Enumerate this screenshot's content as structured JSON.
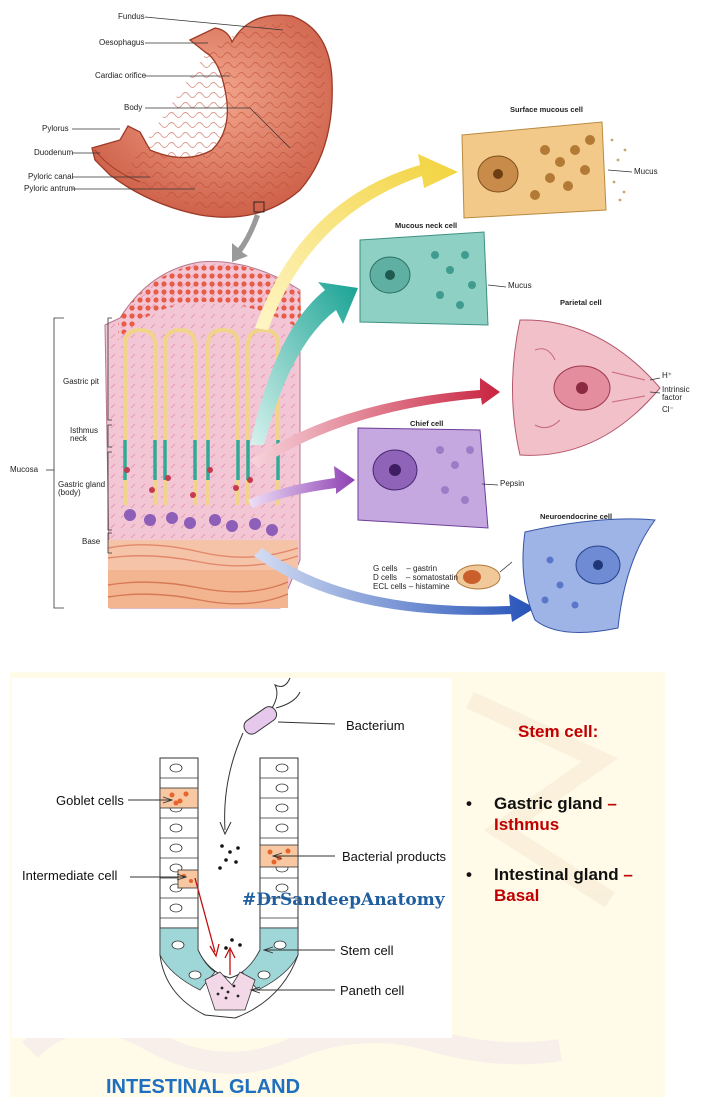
{
  "stomach_labels": {
    "fundus": "Fundus",
    "oesophagus": "Oesophagus",
    "cardiac_orifice": "Cardiac orifice",
    "body": "Body",
    "pylorus": "Pylorus",
    "duodenum": "Duodenum",
    "pyloric_canal": "Pyloric canal",
    "pyloric_antrum": "Pyloric antrum"
  },
  "mucosa_labels": {
    "mucosa": "Mucosa",
    "gastric_pit": "Gastric pit",
    "isthmus_neck": "Isthmus\nneck",
    "gastric_gland_body": "Gastric gland\n(body)",
    "base": "Base"
  },
  "cell_labels": {
    "surface_mucous_cell": "Surface mucous cell",
    "mucous_neck_cell": "Mucous neck cell",
    "parietal_cell": "Parietal cell",
    "chief_cell": "Chief cell",
    "neuroendocrine_cell": "Neuroendocrine cell",
    "mucus_1": "Mucus",
    "mucus_2": "Mucus",
    "h_plus": "H⁺",
    "intrinsic_factor": "Intrinsic\nfactor",
    "cl_minus": "Cl⁻",
    "pepsin": "Pepsin",
    "g_cells": "G cells    – gastrin",
    "d_cells": "D cells    – somatostatin",
    "ecl_cells": "ECL cells – histamine"
  },
  "intestinal_labels": {
    "bacterium": "Bacterium",
    "goblet_cells": "Goblet cells",
    "bacterial_products": "Bacterial products",
    "intermediate_cell": "Intermediate cell",
    "stem_cell": "Stem cell",
    "paneth_cell": "Paneth cell"
  },
  "hashtag": "#DrSandeepAnatomy",
  "stem_cell_note": {
    "title": "Stem cell:",
    "bullet_char": "•",
    "items": [
      {
        "part1": "Gastric gland",
        "dash": " –",
        "part2": "Isthmus"
      },
      {
        "part1": "Intestinal gland",
        "dash": " –",
        "part2": "Basal"
      }
    ]
  },
  "footer_title": "INTESTINAL GLAND",
  "colors": {
    "stomach": "#e9866b",
    "stomach_dark": "#c4553f",
    "surface_mucous": "#f2c27a",
    "mucous_neck": "#7fcbbe",
    "parietal": "#f0b9c3",
    "chief": "#b99ad6",
    "neuroendocrine": "#8aa7e0",
    "title_red": "#c00000",
    "footer_blue": "#1f6fc0",
    "hashtag_blue": "#1f5fa0"
  }
}
